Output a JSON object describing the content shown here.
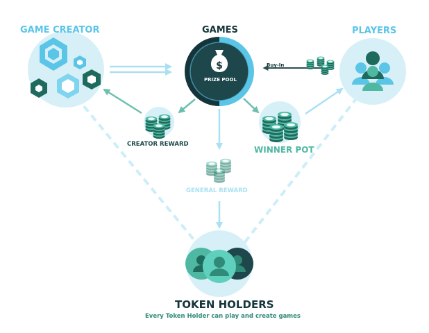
{
  "labels": {
    "game_creator": "GAME CREATOR",
    "games": "GAMES",
    "players": "PLAYERS",
    "prize_pool": "PRIZE POOL",
    "buy_in": "Buy-In",
    "creator_reward": "CREATOR REWARD",
    "winner_pot": "WINNER POT",
    "general_reward": "GENERAL REWARD",
    "token_holders": "TOKEN HOLDERS",
    "token_holders_caption": "Every Token Holder can play and create games"
  },
  "icons": {
    "prize_pool": "money-bag-icon",
    "creator_reward": "coin-stack-icon",
    "winner_pot": "coin-stack-icon",
    "general_reward": "coin-stack-icon",
    "buy_in": "coin-stack-icon",
    "game_creator": "hexagon-cluster-icon",
    "players": "user-group-icon",
    "token_holders": "user-group-icon"
  },
  "colors": {
    "light_blue": "#5bc5e8",
    "dark_teal": "#1e6b5d",
    "mid_teal": "#2f8a78",
    "teal": "#4fb8a2",
    "pale_blue": "#a9e0f2",
    "circle_bg": "#d7f0f8",
    "arrow": "#6bbfae",
    "dark_navy": "#15353a"
  }
}
